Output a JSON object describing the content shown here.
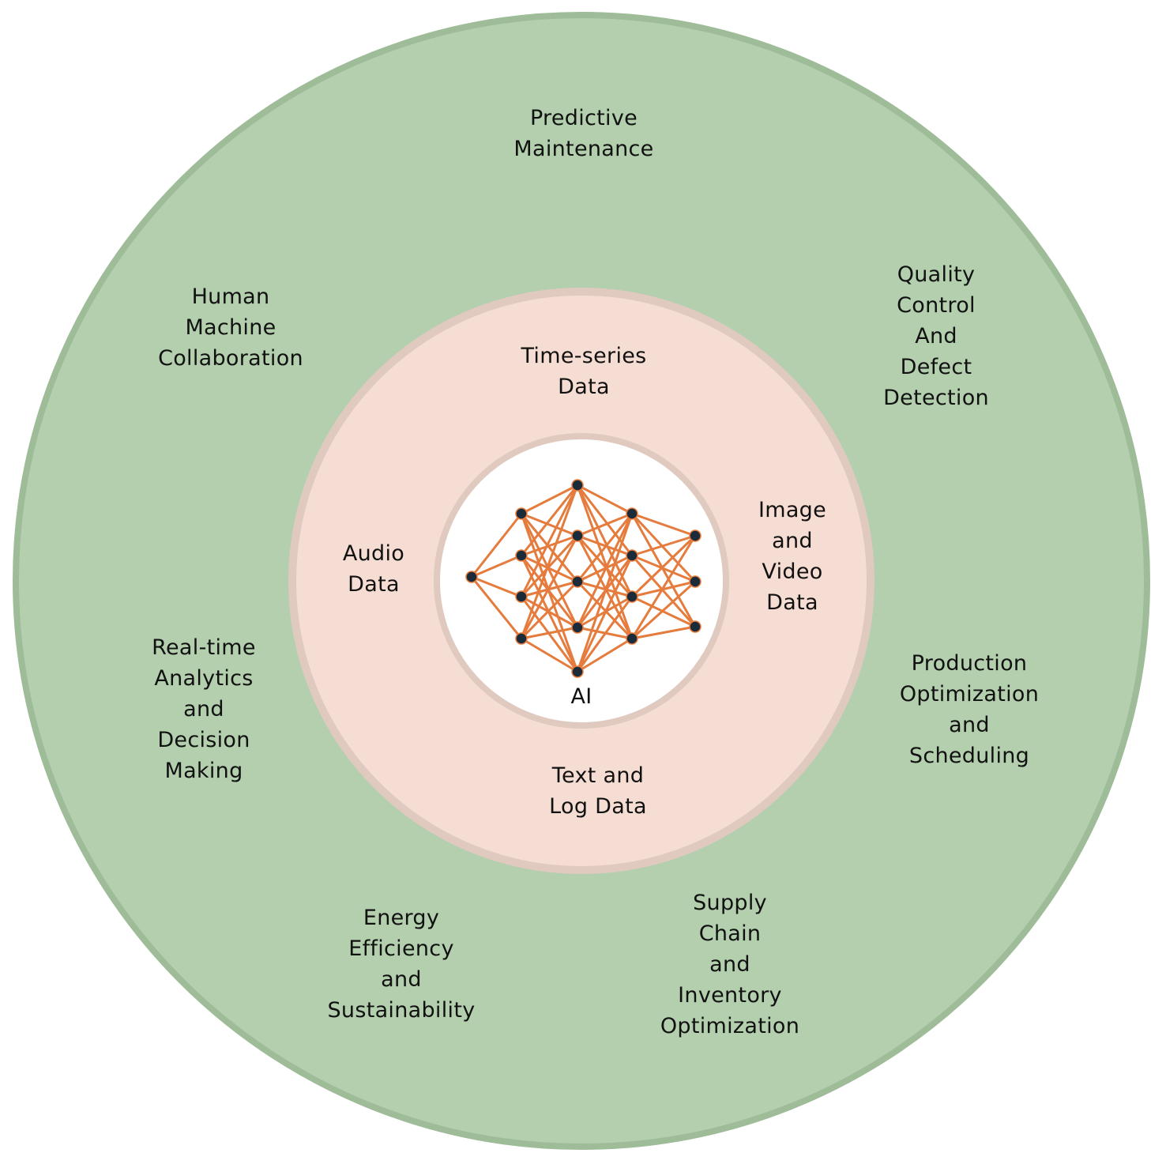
{
  "colors": {
    "outer_ring_fill": "#b3cfae",
    "outer_ring_stroke": "#9dbc97",
    "middle_ring_fill": "#f6ddd3",
    "middle_ring_stroke": "#e0c9bf",
    "inner_circle_fill": "#ffffff",
    "network_edges": "#e57b3c",
    "network_nodes": "#1c2b3a",
    "text": "#111111"
  },
  "center": {
    "label": "AI",
    "icon": "neural-network-icon"
  },
  "data_sources": [
    {
      "lines": [
        "Time-series",
        "Data"
      ]
    },
    {
      "lines": [
        "Image",
        "and",
        "Video",
        "Data"
      ]
    },
    {
      "lines": [
        "Text and",
        "Log Data"
      ]
    },
    {
      "lines": [
        "Audio",
        "Data"
      ]
    }
  ],
  "applications": [
    {
      "lines": [
        "Predictive",
        "Maintenance"
      ]
    },
    {
      "lines": [
        "Quality",
        "Control",
        "And",
        "Defect",
        "Detection"
      ]
    },
    {
      "lines": [
        "Production",
        "Optimization",
        "and",
        "Scheduling"
      ]
    },
    {
      "lines": [
        "Supply",
        "Chain",
        "and",
        "Inventory",
        "Optimization"
      ]
    },
    {
      "lines": [
        "Energy",
        "Efficiency",
        "and",
        "Sustainability"
      ]
    },
    {
      "lines": [
        "Real-time",
        "Analytics",
        "and",
        "Decision",
        "Making"
      ]
    },
    {
      "lines": [
        "Human",
        "Machine",
        "Collaboration"
      ]
    }
  ]
}
